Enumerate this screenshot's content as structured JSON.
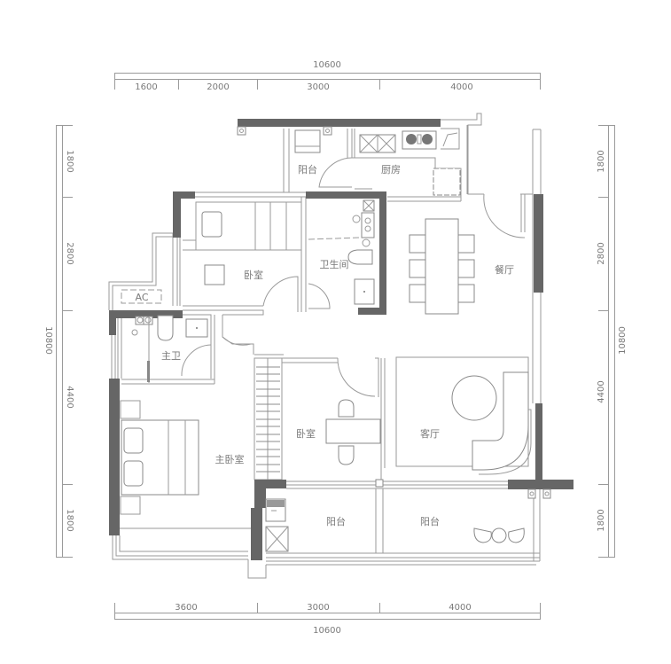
{
  "plan": {
    "colors": {
      "wall": "#666666",
      "line": "#9a9a9a",
      "text": "#7a7a7a",
      "background": "#ffffff"
    },
    "dimensions": {
      "top": {
        "total": "10600",
        "segments": [
          "1600",
          "2000",
          "3000",
          "4000"
        ]
      },
      "bottom": {
        "total": "10600",
        "segments": [
          "3600",
          "3000",
          "4000"
        ]
      },
      "left": {
        "total": "10800",
        "segments": [
          "1800",
          "2800",
          "4400",
          "1800"
        ]
      },
      "right": {
        "total": "10800",
        "segments": [
          "1800",
          "2800",
          "4400",
          "1800"
        ]
      }
    },
    "rooms": {
      "balcony_north": "阳台",
      "kitchen": "厨房",
      "bedroom_north": "卧室",
      "bathroom": "卫生间",
      "dining": "餐厅",
      "ac": "AC",
      "master_bath": "主卫",
      "master_bedroom": "主卧室",
      "bedroom_south": "卧室",
      "living": "客厅",
      "balcony_south_left": "阳台",
      "balcony_south_right": "阳台"
    }
  }
}
